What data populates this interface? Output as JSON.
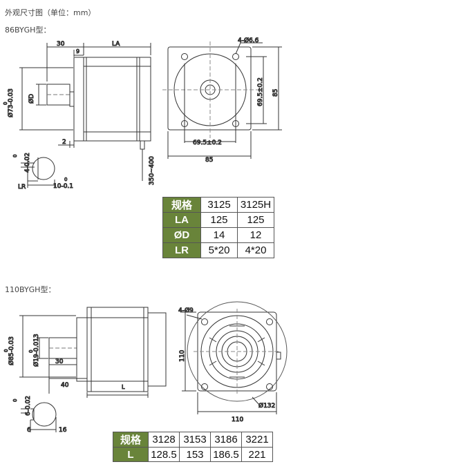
{
  "page_title": "外观尺寸图（单位：mm）",
  "motor86": {
    "heading": "86BYGH型：",
    "dims": {
      "d30": "30",
      "d9": "9",
      "la": "LA",
      "hole": "4-Ø6.6",
      "od": "Ø73-0.03",
      "od_tol": "0",
      "shaft": "ØD",
      "d2": "2",
      "key": "4-0.02",
      "key_tol": "0",
      "lr": "LR",
      "flat": "10-0.1",
      "flat_tol": "0",
      "lead": "350~400",
      "pitch_h": "69.5±0.2",
      "pitch_v": "69.5±0.2",
      "size_h": "85",
      "size_v": "85"
    },
    "table": {
      "header": [
        "规格",
        "3125",
        "3125H"
      ],
      "rows": [
        [
          "LA",
          "125",
          "125"
        ],
        [
          "ØD",
          "14",
          "12"
        ],
        [
          "LR",
          "5*20",
          "4*20"
        ]
      ]
    }
  },
  "motor110": {
    "heading": "110BYGH型：",
    "dims": {
      "od": "Ø85-0.03",
      "od_tol": "0",
      "shaft": "Ø19-0.013",
      "shaft_tol": "0",
      "d30": "30",
      "d40": "40",
      "l": "L",
      "key": "6-0.02",
      "key_tol": "0",
      "d6": "6",
      "d16": "16",
      "hole": "4-Ø9",
      "circle": "Ø132",
      "size_h": "110",
      "size_v": "110"
    },
    "table": {
      "header": [
        "规格",
        "3128",
        "3153",
        "3186",
        "3221"
      ],
      "rows": [
        [
          "L",
          "128.5",
          "153",
          "186.5",
          "221"
        ]
      ]
    }
  }
}
